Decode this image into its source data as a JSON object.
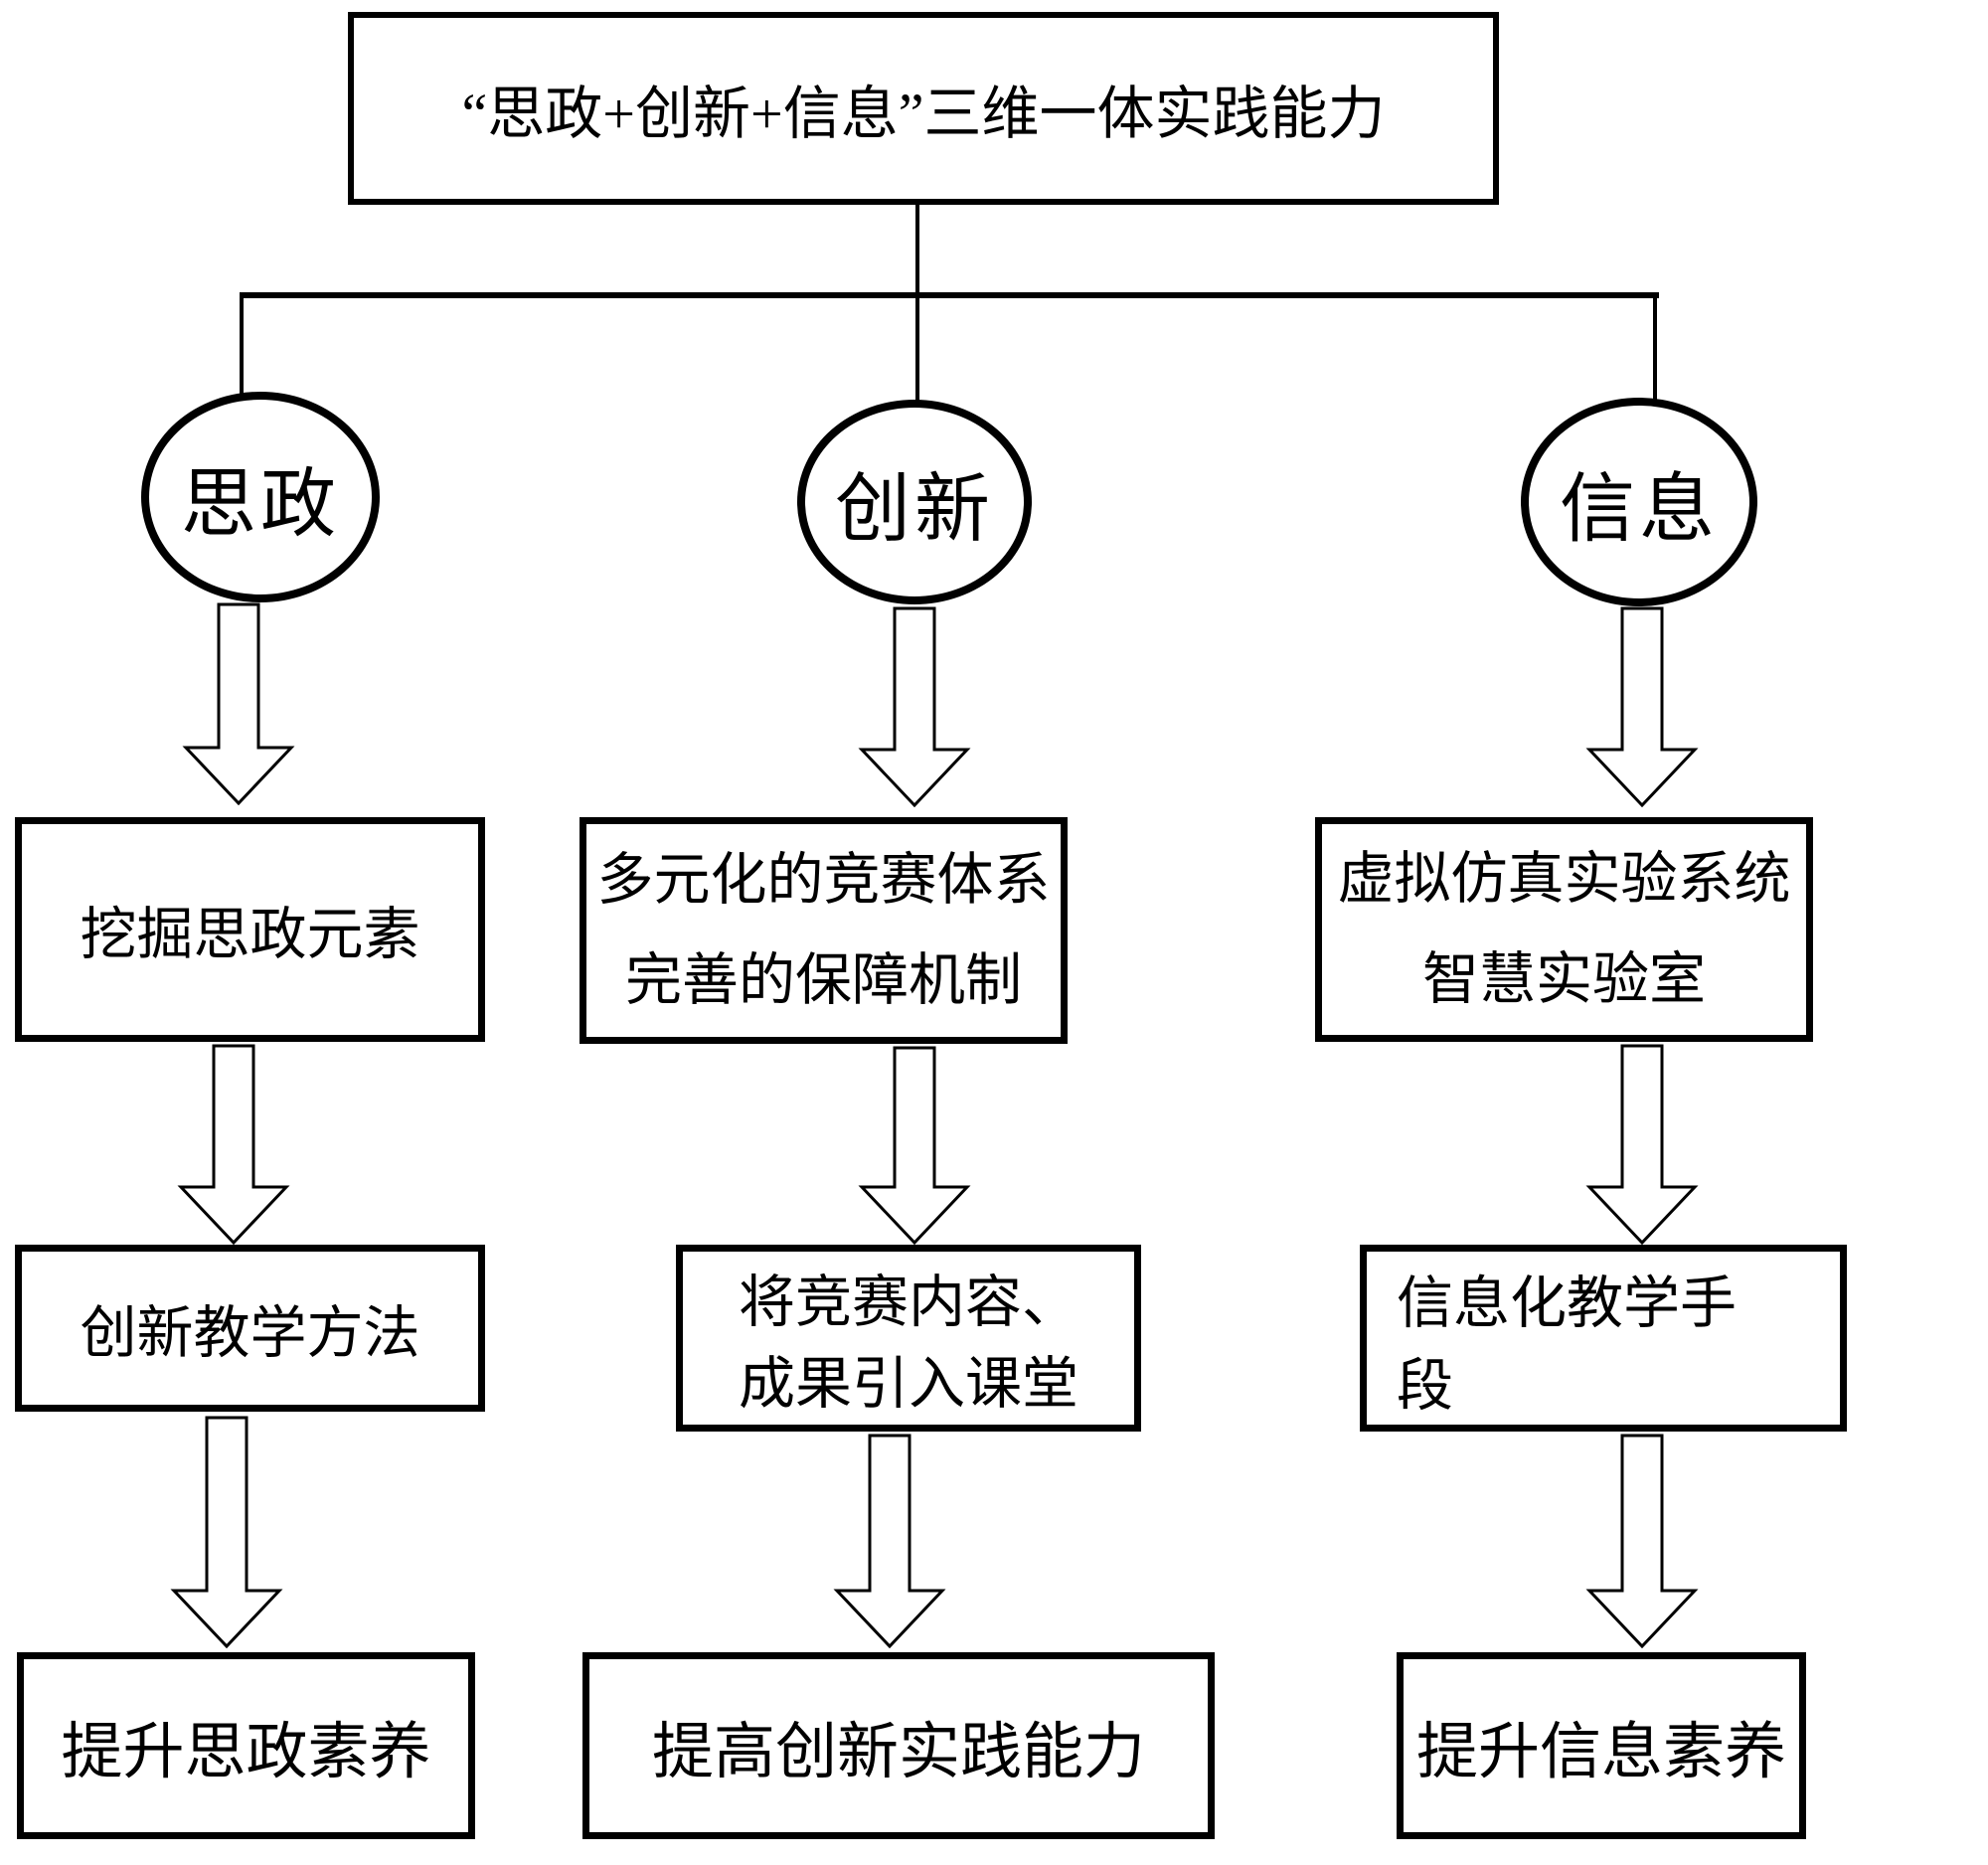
{
  "diagram": {
    "title": "“思政+创新+信息”三维一体实践能力",
    "columns": [
      {
        "circle": "思政",
        "row1_lines": [
          "挖掘思政元素"
        ],
        "row2": "创新教学方法",
        "row3": "提升思政素养"
      },
      {
        "circle": "创新",
        "row1_lines": [
          "多元化的竞赛体系",
          "完善的保障机制"
        ],
        "row2_lines": [
          "将竞赛内容、",
          "成果引入课堂"
        ],
        "row3": "提高创新实践能力"
      },
      {
        "circle": "信息",
        "row1_lines": [
          "虚拟仿真实验系统",
          "智慧实验室"
        ],
        "row2": "信息化教学手段",
        "row3": "提升信息素养"
      }
    ]
  }
}
